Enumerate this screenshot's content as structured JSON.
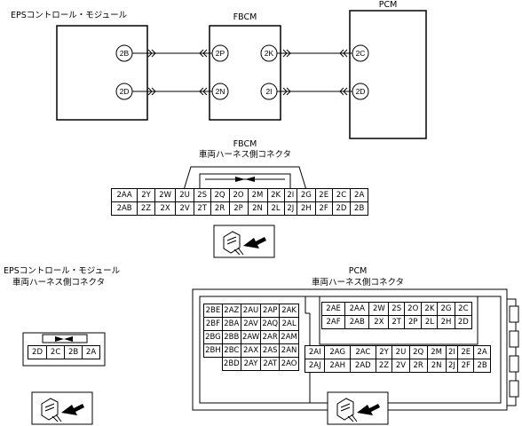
{
  "wiring": {
    "eps_module_title": "EPSコントロール・モジュール",
    "fbcm_title": "FBCM",
    "pcm_title": "PCM",
    "eps_pins": [
      "2B",
      "2D"
    ],
    "fbcm_left_pins": [
      "2P",
      "2N"
    ],
    "fbcm_right_pins": [
      "2K",
      "2I"
    ],
    "pcm_pins": [
      "2C",
      "2D"
    ]
  },
  "fbcm_connector": {
    "title": "FBCM",
    "subtitle": "車両ハーネス側コネクタ",
    "rows": [
      [
        "2AA",
        "2Y",
        "2W",
        "2U",
        "2S",
        "2Q",
        "2O",
        "2M",
        "2K",
        "2I",
        "2G",
        "2E",
        "2C",
        "2A"
      ],
      [
        "2AB",
        "2Z",
        "2X",
        "2V",
        "2T",
        "2R",
        "2P",
        "2N",
        "2L",
        "2J",
        "2H",
        "2F",
        "2D",
        "2B"
      ]
    ]
  },
  "eps_connector": {
    "title": "EPSコントロール・モジュール",
    "subtitle": "車両ハーネス側コネクタ",
    "pins": [
      "2D",
      "2C",
      "2B",
      "2A"
    ]
  },
  "pcm_connector": {
    "title": "PCM",
    "subtitle": "車両ハーネス側コネクタ",
    "left_block": [
      [
        "2BE",
        "2AZ",
        "2AU",
        "2AP",
        "2AK"
      ],
      [
        "2BF",
        "2BA",
        "2AV",
        "2AQ",
        "2AL"
      ],
      [
        "2BG",
        "2BB",
        "2AW",
        "2AR",
        "2AM"
      ],
      [
        "2BH",
        "2BC",
        "2AX",
        "2AS",
        "2AN"
      ],
      [
        "",
        "2BD",
        "2AY",
        "2AT",
        "2AO"
      ]
    ],
    "upper_right_block": [
      [
        "2AE",
        "2AA",
        "2W",
        "2S",
        "2O",
        "2K",
        "2G",
        "2C"
      ],
      [
        "2AF",
        "2AB",
        "2X",
        "2T",
        "2P",
        "2L",
        "2H",
        "2D"
      ]
    ],
    "lower_right_block": [
      [
        "2AI",
        "2AG",
        "2AC",
        "2Y",
        "2U",
        "2Q",
        "2M",
        "2I",
        "2E",
        "2A"
      ],
      [
        "2AJ",
        "2AH",
        "2AD",
        "2Z",
        "2V",
        "2R",
        "2N",
        "2J",
        "2F",
        "2B"
      ]
    ]
  }
}
